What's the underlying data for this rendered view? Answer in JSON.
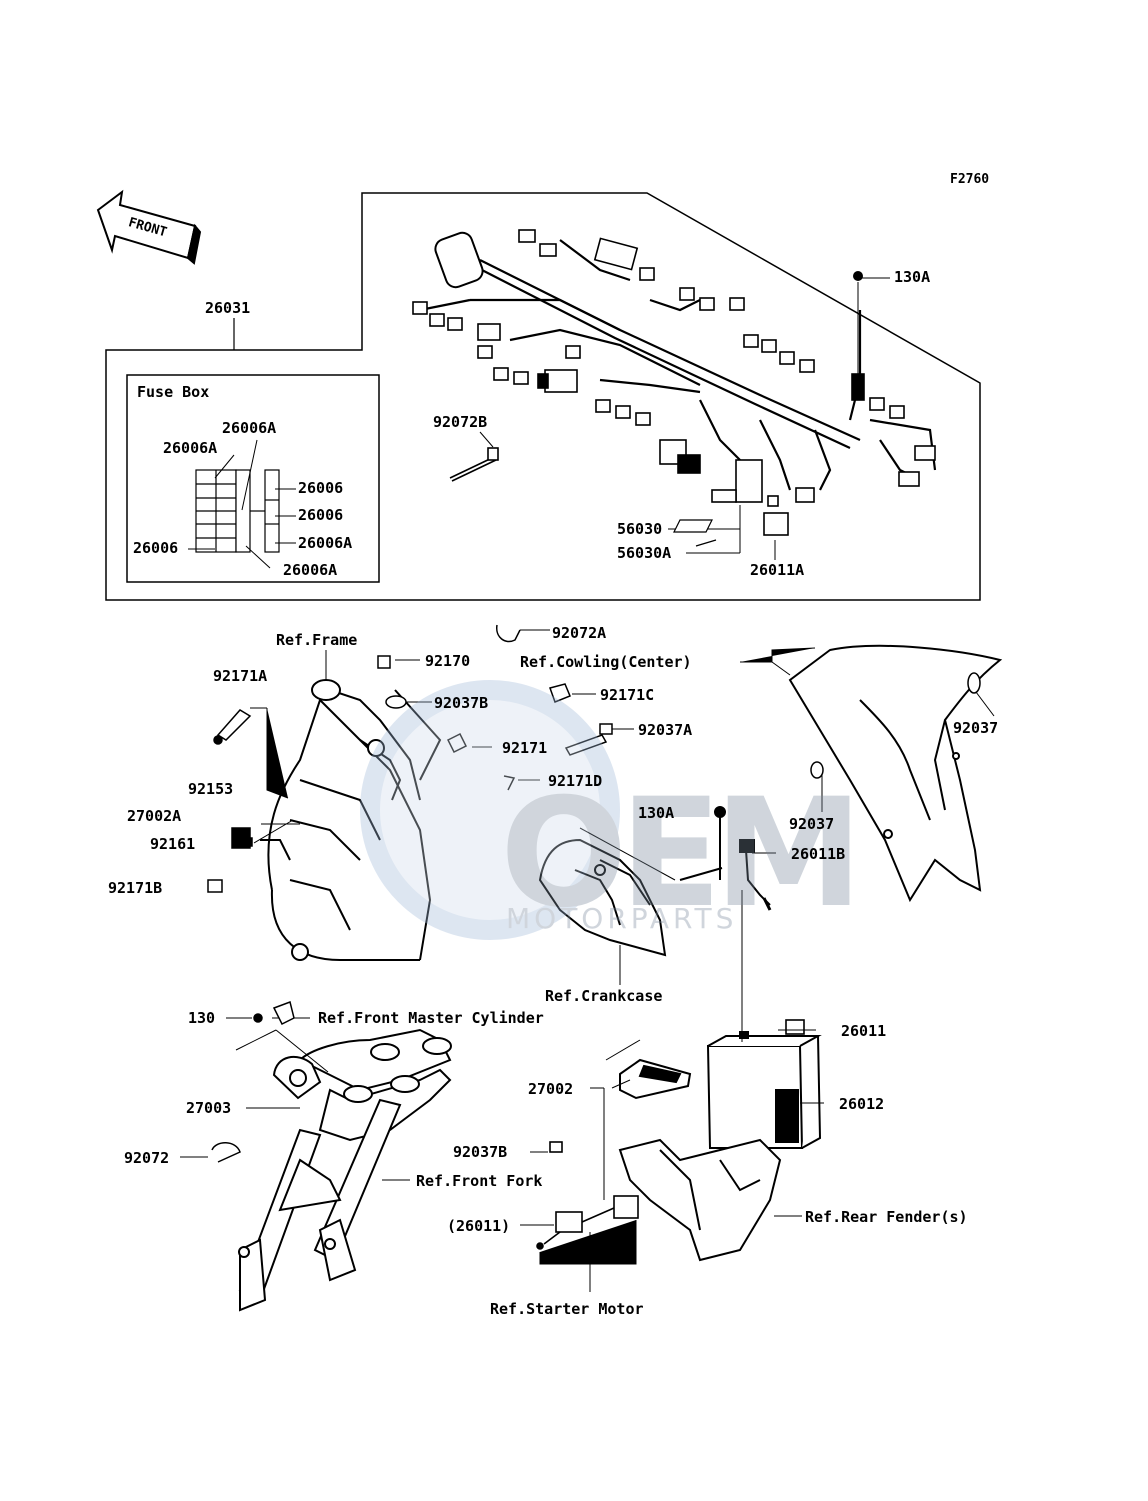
{
  "figure_code": "F2760",
  "front_badge": "FRONT",
  "fuse_box": {
    "title": "Fuse Box",
    "labels": [
      "26006A",
      "26006A",
      "26006",
      "26006",
      "26006",
      "26006A",
      "26006A"
    ]
  },
  "watermark": {
    "big": "OEM",
    "small": "MOTORPARTS"
  },
  "callouts": {
    "p26031": "26031",
    "p130A_top": "130A",
    "p92072B": "92072B",
    "p56030": "56030",
    "p56030A": "56030A",
    "p26011A": "26011A",
    "ref_frame": "Ref.Frame",
    "p92072A": "92072A",
    "ref_cowling": "Ref.Cowling(Center)",
    "p92170": "92170",
    "p92171A": "92171A",
    "p92037B_top": "92037B",
    "p92171C": "92171C",
    "p92037_right": "92037",
    "p92037A": "92037A",
    "p92171": "92171",
    "p92153": "92153",
    "p92171D": "92171D",
    "p27002A": "27002A",
    "p130A_mid": "130A",
    "p92037_mid": "92037",
    "p92161": "92161",
    "p26011B": "26011B",
    "p92171B": "92171B",
    "ref_crankcase": "Ref.Crankcase",
    "p130": "130",
    "ref_master_cyl": "Ref.Front Master Cylinder",
    "p26011": "26011",
    "p27002": "27002",
    "p26012": "26012",
    "p27003": "27003",
    "p92037B_bot": "92037B",
    "p92072": "92072",
    "ref_front_fork": "Ref.Front Fork",
    "ref_rear_fender": "Ref.Rear Fender(s)",
    "p26011_paren": "(26011)",
    "ref_starter_motor": "Ref.Starter Motor"
  }
}
